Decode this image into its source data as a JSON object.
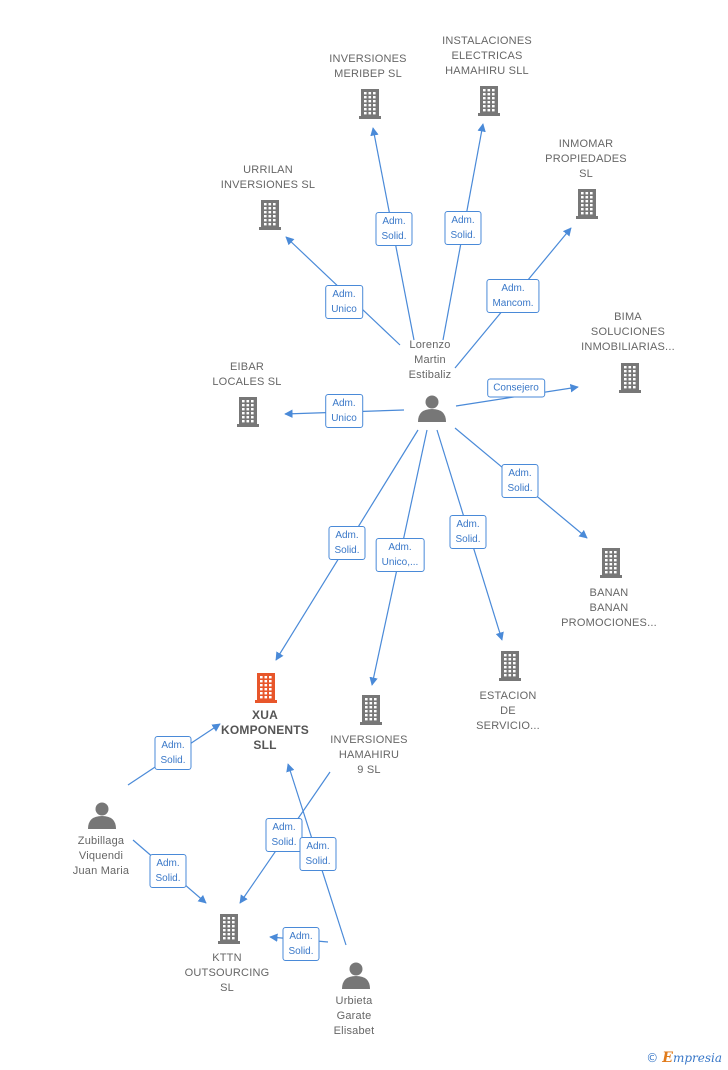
{
  "colors": {
    "edge": "#4a8ad8",
    "building": "#777777",
    "building_highlight": "#e8562a",
    "person": "#777777",
    "label": "#666666"
  },
  "nodes": [
    {
      "id": "lorenzo",
      "kind": "person",
      "label": "Lorenzo\nMartin\nEstibaliz"
    },
    {
      "id": "meribep",
      "kind": "company",
      "label": "INVERSIONES\nMERIBEP SL"
    },
    {
      "id": "instalaciones",
      "kind": "company",
      "label": "INSTALACIONES\nELECTRICAS\nHAMAHIRU  SLL"
    },
    {
      "id": "inmomar",
      "kind": "company",
      "label": "INMOMAR\nPROPIEDADES\nSL"
    },
    {
      "id": "urrilan",
      "kind": "company",
      "label": "URRILAN\nINVERSIONES SL"
    },
    {
      "id": "bima",
      "kind": "company",
      "label": "BIMA\nSOLUCIONES\nINMOBILIARIAS..."
    },
    {
      "id": "eibar",
      "kind": "company",
      "label": "EIBAR\nLOCALES  SL"
    },
    {
      "id": "banan",
      "kind": "company",
      "label": "BANAN\nBANAN\nPROMOCIONES..."
    },
    {
      "id": "estacion",
      "kind": "company",
      "label": "ESTACION\nDE\nSERVICIO..."
    },
    {
      "id": "xua",
      "kind": "company",
      "highlight": true,
      "label": "XUA\nKOMPONENTS\nSLL"
    },
    {
      "id": "hamahiru9",
      "kind": "company",
      "label": "INVERSIONES\nHAMAHIRU\n9  SL"
    },
    {
      "id": "zubillaga",
      "kind": "person",
      "label": "Zubillaga\nViquendi\nJuan Maria"
    },
    {
      "id": "kttn",
      "kind": "company",
      "label": "KTTN\nOUTSOURCING\nSL"
    },
    {
      "id": "urbieta",
      "kind": "person",
      "label": "Urbieta\nGarate\nElisabet"
    }
  ],
  "edges": [
    {
      "from": "lorenzo",
      "to": "meribep",
      "label": "Adm.\nSolid."
    },
    {
      "from": "lorenzo",
      "to": "instalaciones",
      "label": "Adm.\nSolid."
    },
    {
      "from": "lorenzo",
      "to": "inmomar",
      "label": "Adm.\nMancom."
    },
    {
      "from": "lorenzo",
      "to": "urrilan",
      "label": "Adm.\nUnico"
    },
    {
      "from": "lorenzo",
      "to": "bima",
      "label": "Consejero"
    },
    {
      "from": "lorenzo",
      "to": "eibar",
      "label": "Adm.\nUnico"
    },
    {
      "from": "lorenzo",
      "to": "banan",
      "label": "Adm.\nSolid."
    },
    {
      "from": "lorenzo",
      "to": "estacion",
      "label": "Adm.\nSolid."
    },
    {
      "from": "lorenzo",
      "to": "xua",
      "label": "Adm.\nSolid."
    },
    {
      "from": "lorenzo",
      "to": "hamahiru9",
      "label": "Adm.\nUnico,..."
    },
    {
      "from": "zubillaga",
      "to": "xua",
      "label": "Adm.\nSolid."
    },
    {
      "from": "zubillaga",
      "to": "kttn",
      "label": "Adm.\nSolid."
    },
    {
      "from": "hamahiru9",
      "to": "kttn",
      "label": "Adm.\nSolid."
    },
    {
      "from": "urbieta",
      "to": "xua",
      "label": "Adm.\nSolid."
    },
    {
      "from": "urbieta",
      "to": "kttn",
      "label": "Adm.\nSolid."
    }
  ],
  "footer": {
    "copyright": "©",
    "brand_initial": "E",
    "brand_rest": "mpresia"
  }
}
